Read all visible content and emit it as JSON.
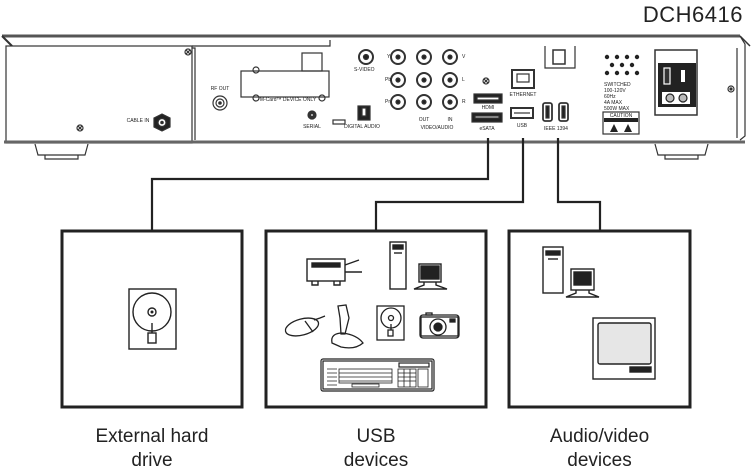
{
  "title": "DCH6416",
  "device": {
    "name": "Cable set-top box rear panel",
    "port_labels": {
      "cable_in": "CABLE IN",
      "rf_out": "RF OUT",
      "mcard": "M-Card™ DEVICE ONLY",
      "serial": "SERIAL",
      "svideo": "S-VIDEO",
      "digital_audio": "DIGITAL AUDIO",
      "y": "Y",
      "pb": "Pb",
      "pr": "Pr",
      "v": "V",
      "l": "L",
      "r": "R",
      "out": "OUT",
      "in": "IN",
      "video_audio": "VIDEO/AUDIO",
      "hdmi": "HDMI",
      "esata": "eSATA",
      "ethernet": "ETHERNET",
      "usb": "USB",
      "ieee1394": "IEEE 1394",
      "caution": "CAUTION"
    },
    "power_rating_lines": [
      "SWITCHED",
      "100-120V",
      "60Hz",
      "4A MAX",
      "500W MAX"
    ]
  },
  "connections": [
    {
      "port": "eSATA",
      "target": "External hard drive"
    },
    {
      "port": "USB",
      "target": "USB devices"
    },
    {
      "port": "IEEE 1394",
      "target": "Audio/video devices"
    }
  ],
  "boxes": [
    {
      "id": "external-hard-drive",
      "caption_line1": "External hard",
      "caption_line2": "drive",
      "icons": [
        "hard-drive-icon"
      ]
    },
    {
      "id": "usb-devices",
      "caption_line1": "USB",
      "caption_line2": "devices",
      "icons": [
        "printer-icon",
        "computer-tower-icon",
        "monitor-icon",
        "mouse-icon",
        "joystick-icon",
        "hard-drive-icon",
        "camera-icon",
        "keyboard-icon"
      ]
    },
    {
      "id": "audio-video-devices",
      "caption_line1": "Audio/video",
      "caption_line2": "devices",
      "icons": [
        "computer-tower-icon",
        "monitor-icon",
        "television-icon"
      ]
    }
  ]
}
